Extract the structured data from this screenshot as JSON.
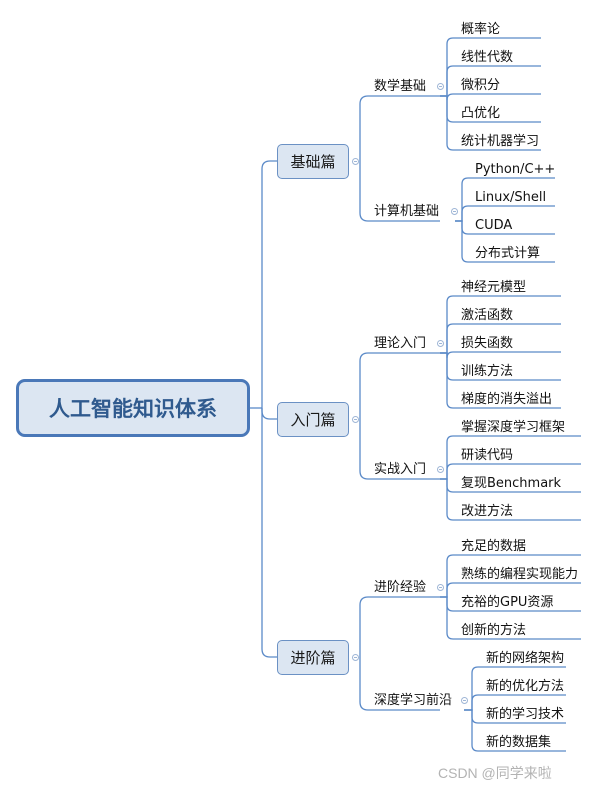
{
  "title": "人工智能知识体系",
  "branches": [
    {
      "label": "基础篇",
      "groups": [
        {
          "label": "数学基础",
          "items": [
            "概率论",
            "线性代数",
            "微积分",
            "凸优化",
            "统计机器学习"
          ]
        },
        {
          "label": "计算机基础",
          "items": [
            "Python/C++",
            "Linux/Shell",
            "CUDA",
            "分布式计算"
          ]
        }
      ]
    },
    {
      "label": "入门篇",
      "groups": [
        {
          "label": "理论入门",
          "items": [
            "神经元模型",
            "激活函数",
            "损失函数",
            "训练方法",
            "梯度的消失溢出"
          ]
        },
        {
          "label": "实战入门",
          "items": [
            "掌握深度学习框架",
            "研读代码",
            "复现Benchmark",
            "改进方法"
          ]
        }
      ]
    },
    {
      "label": "进阶篇",
      "groups": [
        {
          "label": "进阶经验",
          "items": [
            "充足的数据",
            "熟练的编程实现能力",
            "充裕的GPU资源",
            "创新的方法"
          ]
        },
        {
          "label": "深度学习前沿",
          "items": [
            "新的网络架构",
            "新的优化方法",
            "新的学习技术",
            "新的数据集"
          ]
        }
      ]
    }
  ],
  "watermark": "CSDN @同学来啦",
  "colors": {
    "line": "#5b8ac8",
    "node_fill": "#dce6f2",
    "root_border": "#4a78b8",
    "title_text": "#2f5a8e"
  }
}
